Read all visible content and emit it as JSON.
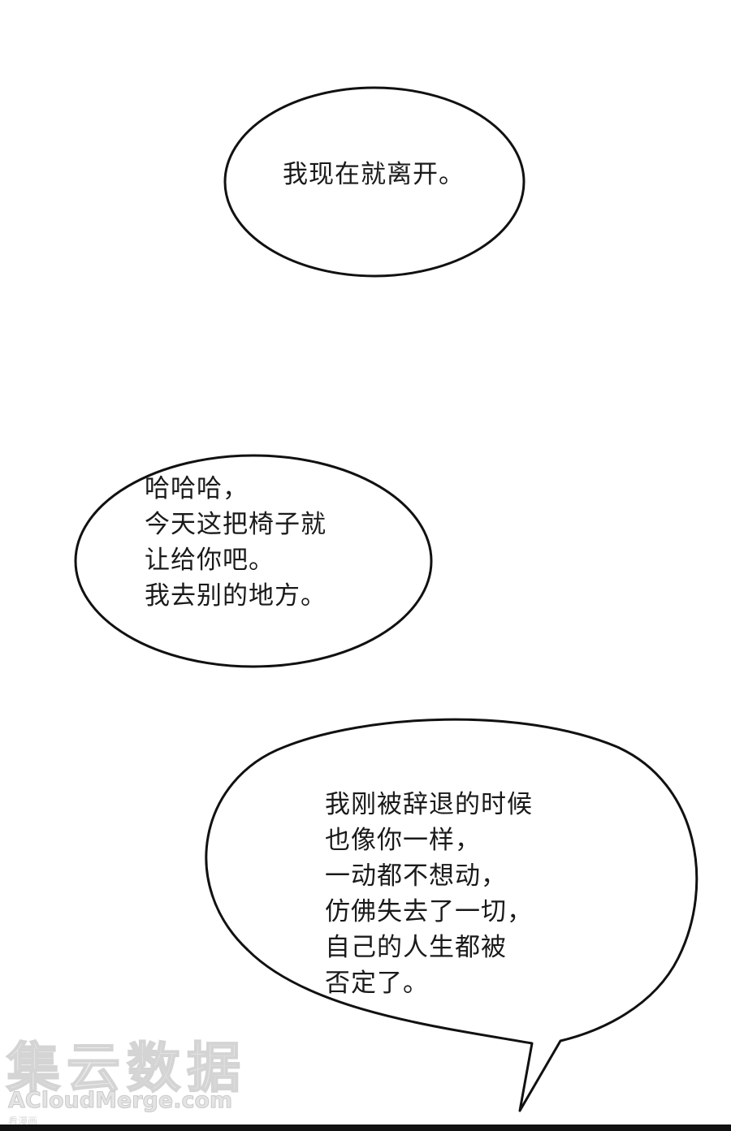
{
  "bubbles": [
    {
      "lines": [
        "我现在就离开。"
      ]
    },
    {
      "lines": [
        "哈哈哈，",
        "今天这把椅子就",
        "让给你吧。",
        "我去别的地方。"
      ]
    },
    {
      "lines": [
        "我刚被辞退的时候",
        "也像你一样，",
        "一动都不想动，",
        "仿佛失去了一切，",
        "自己的人生都被",
        "否定了。"
      ]
    }
  ],
  "watermark": {
    "chinese": "集云数据",
    "english": "ACloudMerge.com",
    "side_text": "看漫画"
  },
  "colors": {
    "background": "#ffffff",
    "ink": "#1a1a1a"
  }
}
